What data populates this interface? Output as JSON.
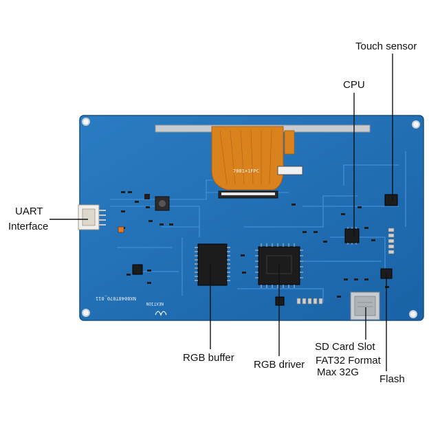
{
  "labels": {
    "touch_sensor": "Touch sensor",
    "cpu": "CPU",
    "uart_line1": "UART",
    "uart_line2": "Interface",
    "rgb_buffer": "RGB buffer",
    "rgb_driver": "RGB driver",
    "sd_line1": "SD Card Slot",
    "sd_line2": "FAT32 Format",
    "sd_line3": "Max 32G",
    "flash": "Flash"
  },
  "board": {
    "pcb_color": "#1f6fb5",
    "ribbon_color": "#d9821e",
    "silk_model": "NX8048T070_011",
    "silk_brand": "NEXTION",
    "fpc_text": "7001+1FPC"
  }
}
